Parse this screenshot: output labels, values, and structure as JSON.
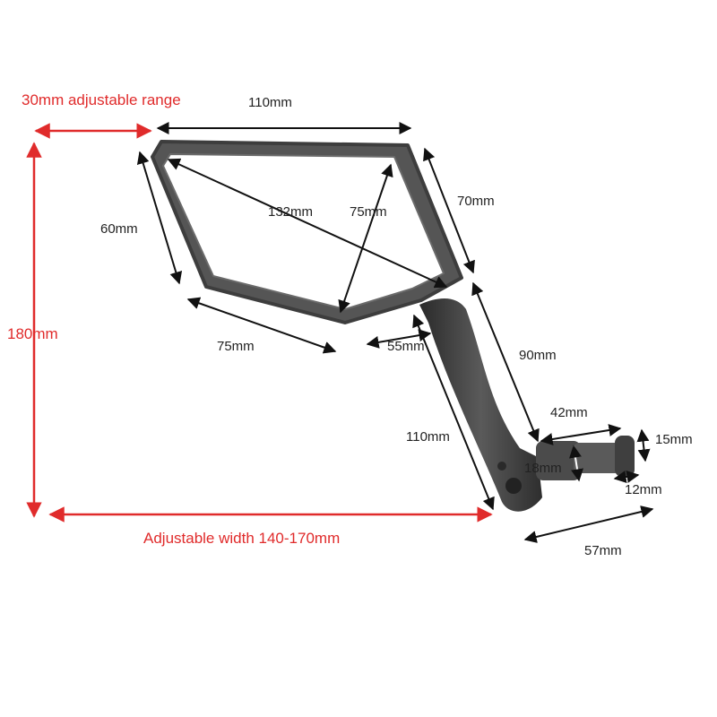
{
  "colors": {
    "red": "#e02b2b",
    "dim_line": "#111111",
    "mirror_frame": "#4a4a4a",
    "mirror_glass": "#ffffff",
    "arm": "#3b3b3b"
  },
  "labels": {
    "adjustable_range": "30mm adjustable range",
    "adjustable_width": "Adjustable width 140-170mm",
    "total_height": "180mm",
    "top_width": "110mm",
    "left_side": "60mm",
    "diagonal": "132mm",
    "glass_height": "75mm",
    "bottom_edge": "75mm",
    "right_side": "70mm",
    "arm_top": "55mm",
    "arm_outer": "90mm",
    "arm_inner": "110mm",
    "shaft_length": "42mm",
    "shaft_height": "18mm",
    "end_height": "15mm",
    "end_width": "12mm",
    "base_width": "57mm"
  }
}
